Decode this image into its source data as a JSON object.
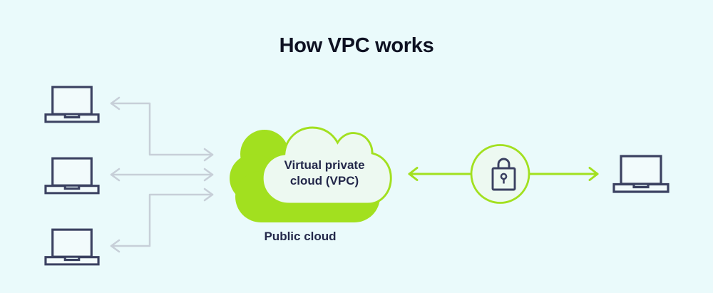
{
  "title": "How VPC works",
  "colors": {
    "bg": "#eafafb",
    "lime": "#a2e01f",
    "navy": "#3b4161",
    "ink": "#0e1122",
    "text_navy": "#23284a",
    "gray": "#c7cfd8",
    "mint": "#edf9f1",
    "screen": "#f2fbfc"
  },
  "diagram": {
    "vpc_cloud": {
      "label": "Virtual private cloud (VPC)"
    },
    "public_cloud": {
      "label": "Public cloud"
    },
    "client_laptops": {
      "count": 3,
      "icon": "laptop-icon"
    },
    "remote_laptop": {
      "icon": "laptop-icon"
    },
    "security_gateway": {
      "icon": "lock-icon"
    },
    "connections": [
      {
        "from": "client-laptop-1",
        "to": "public-cloud",
        "bidirectional": true,
        "style": "elbow",
        "color": "gray"
      },
      {
        "from": "client-laptop-2",
        "to": "public-cloud",
        "bidirectional": true,
        "style": "straight",
        "color": "gray"
      },
      {
        "from": "client-laptop-3",
        "to": "public-cloud",
        "bidirectional": true,
        "style": "elbow",
        "color": "gray"
      },
      {
        "from": "vpc-cloud",
        "to": "security-gateway",
        "arrow_points": "into-cloud",
        "style": "straight",
        "color": "lime"
      },
      {
        "from": "security-gateway",
        "to": "remote-laptop",
        "arrow_points": "to-laptop",
        "style": "straight",
        "color": "lime"
      }
    ]
  }
}
